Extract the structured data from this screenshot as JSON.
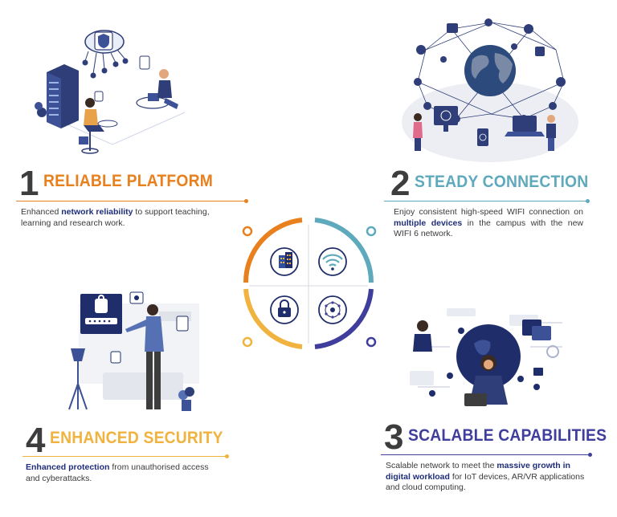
{
  "colors": {
    "orange": "#e8801e",
    "teal": "#5fa9bd",
    "indigo": "#3f3e9c",
    "gold": "#f1b33f",
    "navy": "#1f2d6b",
    "text": "#3a3a3a"
  },
  "sections": [
    {
      "number": "1",
      "title": "RELIABLE PLATFORM",
      "desc_pre": "Enhanced ",
      "desc_bold": "network reliability",
      "desc_post": " to support teaching, learning and research work."
    },
    {
      "number": "2",
      "title": "STEADY CONNECTION",
      "desc_pre": "Enjoy consistent high-speed WIFI connection on ",
      "desc_bold": "multiple devices",
      "desc_post": " in the campus with the new WIFI 6 network."
    },
    {
      "number": "3",
      "title": "SCALABLE CAPABILITIES",
      "desc_pre": "Scalable network to meet the ",
      "desc_bold": "massive growth in digital workload",
      "desc_post": " for IoT devices, AR/VR applications and cloud computing."
    },
    {
      "number": "4",
      "title": "ENHANCED SECURITY",
      "desc_pre": "",
      "desc_bold": "Enhanced protection",
      "desc_post": " from unauthorised access and cyberattacks."
    }
  ],
  "center_icons": [
    "building-icon",
    "wifi-icon",
    "lock-icon",
    "iot-network-icon"
  ]
}
